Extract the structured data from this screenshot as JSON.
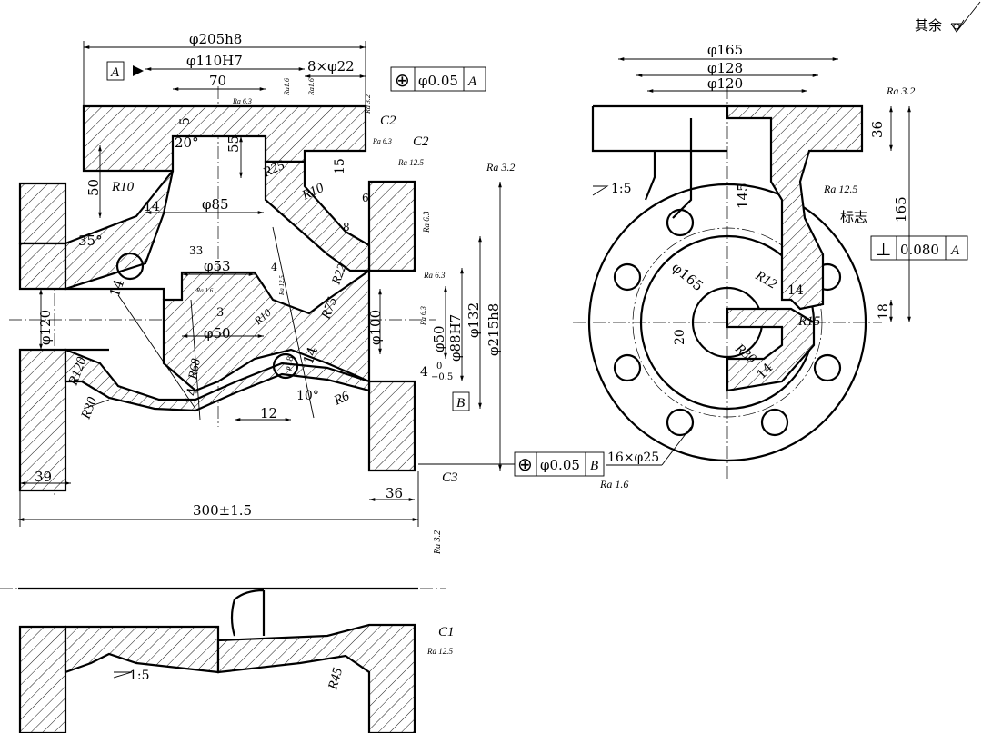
{
  "corner_note": "其余",
  "front_view": {
    "dims": {
      "d205h8": "φ205h8",
      "d110H7": "φ110H7",
      "datum_A": "A",
      "d70": "70",
      "holes_8xd22": "8×φ22",
      "pos_tol_A": {
        "symbol": "⊕",
        "value": "φ0.05",
        "datum": "A"
      },
      "ra_16a": "Ra1.6",
      "ra_16b": "Ra1.6",
      "ra_63_top": "Ra 6.3",
      "ra_32_top": "Ra 3.2",
      "c2_a": "C2",
      "c2_b": "C2",
      "ra_63_c2": "Ra 6.3",
      "ra_125_c2": "Ra 12.5",
      "ra_32_right": "Ra 3.2",
      "d5": "5",
      "a20": "20°",
      "d55": "55",
      "d15": "15",
      "r25": "R25",
      "d50": "50",
      "r10_left": "R10",
      "r10_mid": "R10",
      "d14_a": "14",
      "d85": "φ85",
      "d6": "6",
      "d8": "8",
      "ra_63_side": "Ra 6.3",
      "a35": "35°",
      "d33": "33",
      "d53": "φ53",
      "d4": "4",
      "ra_16_c": "Ra 1.6",
      "ra_125_c": "Ra 12.5",
      "ra_63_c": "Ra 6.3",
      "d120": "φ120",
      "d14_b": "14",
      "d3": "3",
      "r10_c": "R10",
      "r75": "R75",
      "r22": "R22",
      "d100": "φ100",
      "d50b": "φ50",
      "d88H7": "φ88H7",
      "d132": "φ132",
      "d215h8": "φ215h8",
      "ra_63_d": "Ra 6.3",
      "d50c": "φ50",
      "r68": "R68",
      "d18": "φ18",
      "d14_c": "14",
      "r6": "R6",
      "d4_tol": "4",
      "tol_upper": "0",
      "tol_lower": "−0.5",
      "datum_B": "B",
      "r120": "R120",
      "r30": "R30",
      "d14_d": "14",
      "a10": "10°",
      "d12": "12",
      "pos_tol_B": {
        "symbol": "⊕",
        "value": "φ0.05",
        "datum": "B"
      },
      "d39": "39",
      "d36": "36",
      "c3": "C3",
      "d300": "300±1.5",
      "ra_32_bottom": "Ra 3.2"
    }
  },
  "side_view": {
    "dims": {
      "d165_top": "φ165",
      "d128": "φ128",
      "d120": "φ120",
      "ra_32": "Ra 3.2",
      "d36": "36",
      "ra_125": "Ra 12.5",
      "taper": "1:5",
      "d145": "145",
      "mark_label": "标志",
      "d165_vert": "165",
      "perp_tol": {
        "symbol": "⊥",
        "value": "0.080",
        "datum": "A"
      },
      "d165_circle": "φ165",
      "r12": "R12",
      "d14": "14",
      "r15": "R15",
      "d18": "18",
      "d20": "20",
      "r30": "R30",
      "d14_b": "14",
      "holes_16xd25": "16×φ25",
      "ra_16": "Ra 1.6"
    }
  },
  "section_view": {
    "dims": {
      "c1": "C1",
      "ra_125": "Ra 12.5",
      "taper": "1:5",
      "r45": "R45"
    }
  }
}
